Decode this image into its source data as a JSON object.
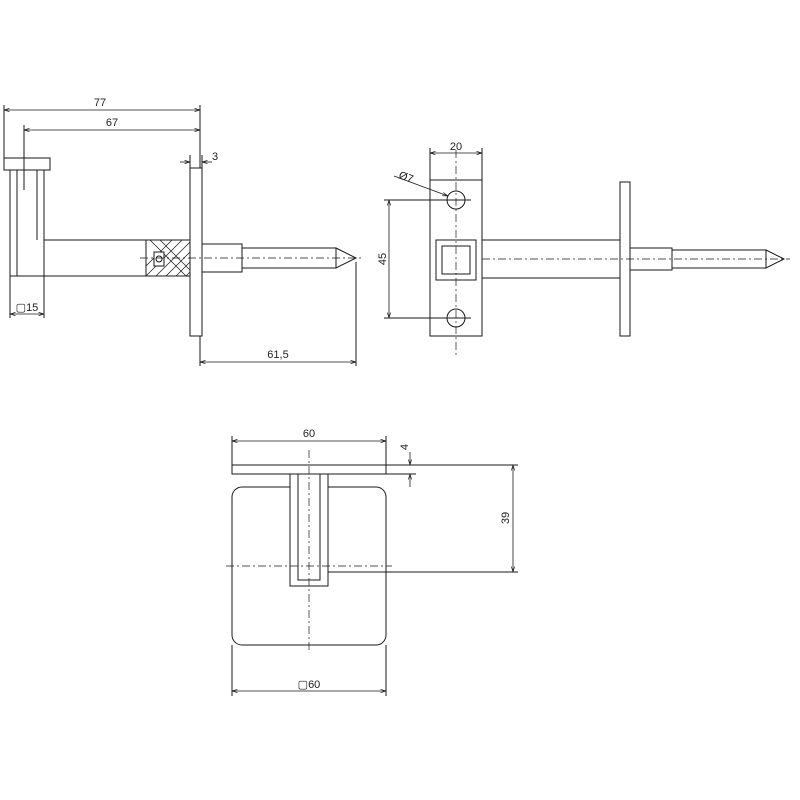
{
  "dimensions": {
    "handle_length": "77",
    "lever_length": "67",
    "rose_thickness": "3",
    "square_spindle": "▢15",
    "spindle_length": "61,5",
    "latch_plate_width": "20",
    "screw_hole": "Ø7",
    "screw_distance": "45",
    "rose_width": "60",
    "rose_plate_thickness": "4",
    "handle_projection": "39",
    "rose_square": "▢60"
  }
}
